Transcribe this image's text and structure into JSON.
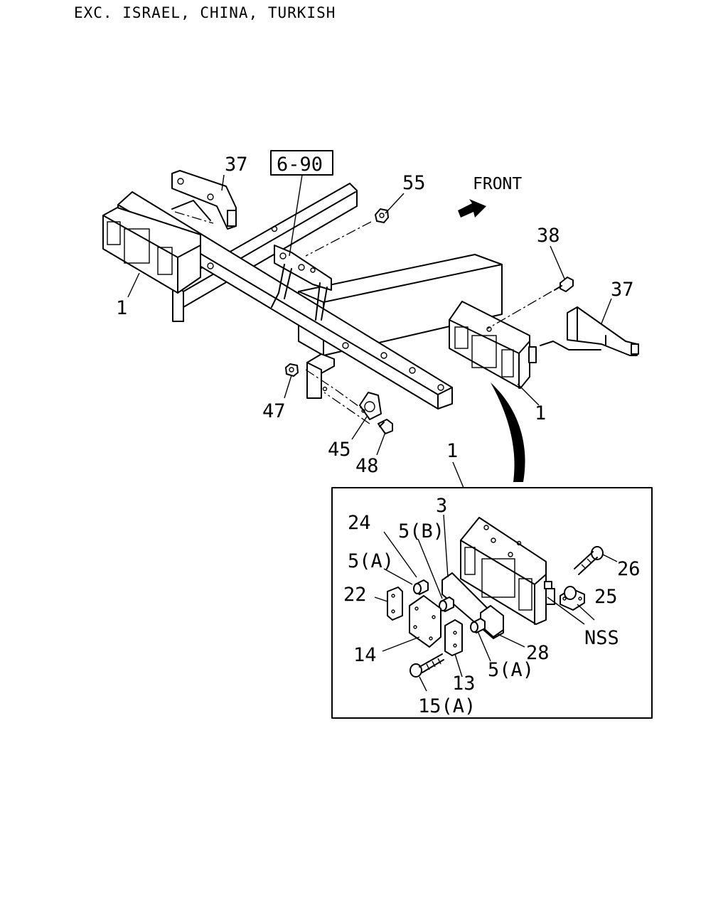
{
  "header": {
    "title": "EXC. ISRAEL, CHINA, TURKISH"
  },
  "direction": {
    "label": "FRONT"
  },
  "reference": {
    "label": "6-90"
  },
  "callouts": {
    "c37a": "37",
    "c55": "55",
    "c1a": "1",
    "c38": "38",
    "c37b": "37",
    "c1b": "1",
    "c47": "47",
    "c45": "45",
    "c48": "48",
    "c1c": "1",
    "c3": "3",
    "c24": "24",
    "c5b": "5(B)",
    "c5a1": "5(A)",
    "c22": "22",
    "c14": "14",
    "c15a": "15(A)",
    "c13": "13",
    "c5a2": "5(A)",
    "c28": "28",
    "c26": "26",
    "c25": "25",
    "cnss": "NSS"
  },
  "colors": {
    "ink": "#000000",
    "paper": "#ffffff"
  }
}
